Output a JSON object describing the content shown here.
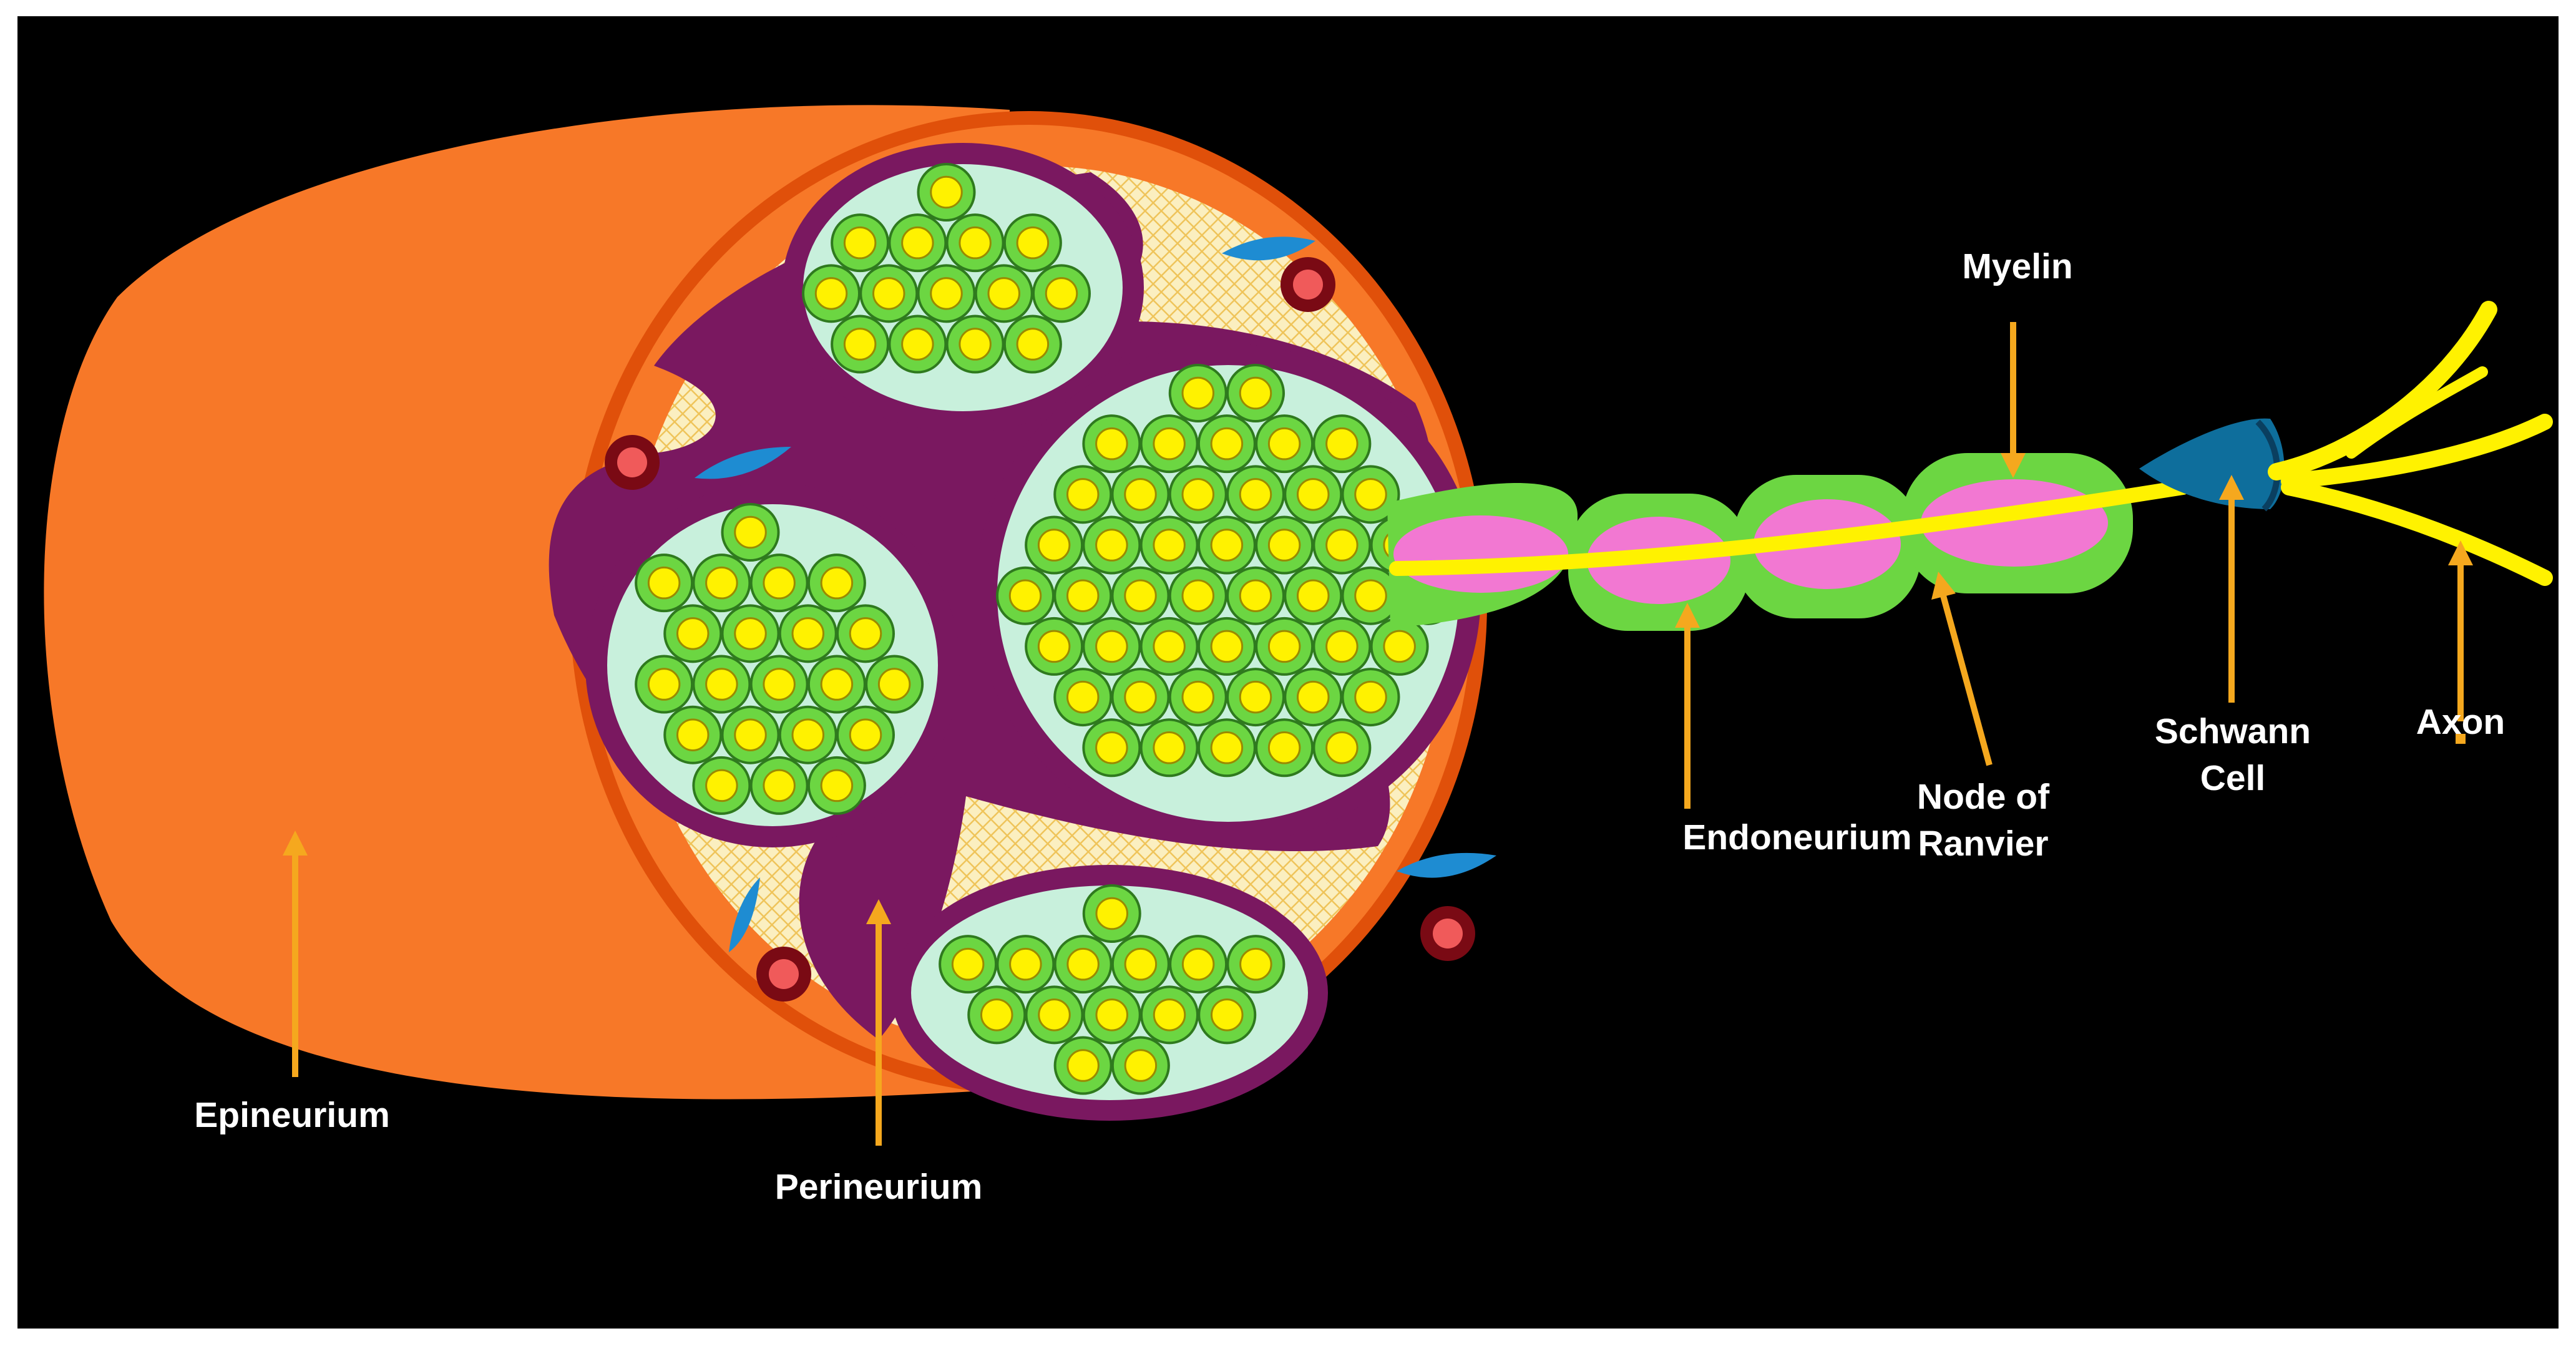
{
  "colors": {
    "background": "#000000",
    "epineurium": "#F77828",
    "epineurium_rim": "#E0500A",
    "perineurium": "#7A1860",
    "endoneurium_fill": "#FBEFC0",
    "fascicle_fill": "#C8F0DC",
    "myelin": "#6CD642",
    "axon": "#FFF200",
    "node_pink": "#F278D2",
    "schwann": "#0E6E9C",
    "vessel": "#7A0A14",
    "vessel_lumen": "#F05A5A",
    "blue_cell": "#1E8CD2",
    "arrow": "#F5A81E",
    "label": "#FFFFFF"
  },
  "labels": {
    "epineurium": "Epineurium",
    "perineurium": "Perineurium",
    "endoneurium": "Endoneurium",
    "myelin": "Myelin",
    "node_of_ranvier": [
      "Node of",
      "Ranvier"
    ],
    "schwann_cell": [
      "Schwann",
      "Cell"
    ],
    "axon": "Axon"
  }
}
